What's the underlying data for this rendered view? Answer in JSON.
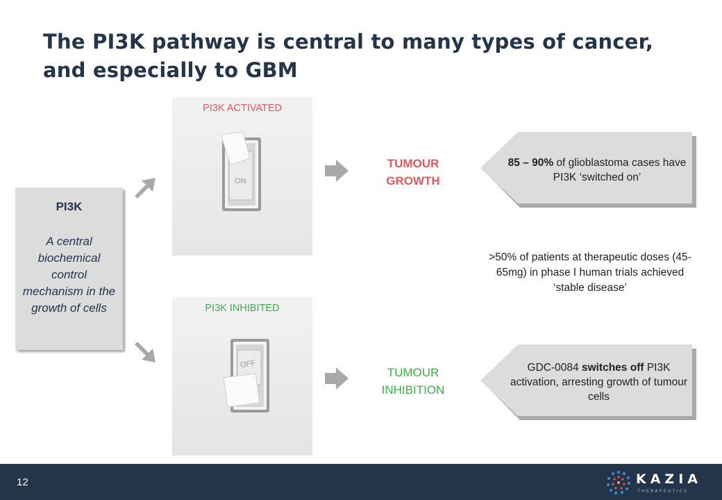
{
  "slide": {
    "title_line1": "The PI3K pathway is central to many types of cancer,",
    "title_line2": "and especially to GBM",
    "page_number": "12"
  },
  "pi3k_box": {
    "title": "PI3K",
    "description": "A central biochemical control mechanism in the growth of cells"
  },
  "panels": {
    "activated": {
      "label": "PI3K ACTIVATED",
      "switch_text": "ON",
      "color": "#e05a5a"
    },
    "inhibited": {
      "label": "PI3K INHIBITED",
      "switch_text": "OFF",
      "color": "#3dae4b"
    }
  },
  "outcomes": {
    "growth_line1": "TUMOUR",
    "growth_line2": "GROWTH",
    "inhibition_line1": "TUMOUR",
    "inhibition_line2": "INHIBITION"
  },
  "callouts": {
    "top_bold": "85 – 90%",
    "top_rest": " of glioblastoma cases have PI3K ‘switched on’",
    "middle": ">50% of patients at therapeutic doses (45-65mg) in phase I human trials achieved ‘stable disease’",
    "bottom_pre": "GDC-0084 ",
    "bottom_bold": "switches off",
    "bottom_rest": " PI3K activation, arresting growth of tumour cells"
  },
  "logo": {
    "name": "KAZIA",
    "subtitle": "THERAPEUTICS"
  },
  "colors": {
    "navy": "#24344a",
    "red": "#e05a5a",
    "green": "#3dae4b",
    "box_gray": "#dcdcdc",
    "arrow_gray": "#a9a9a9"
  }
}
